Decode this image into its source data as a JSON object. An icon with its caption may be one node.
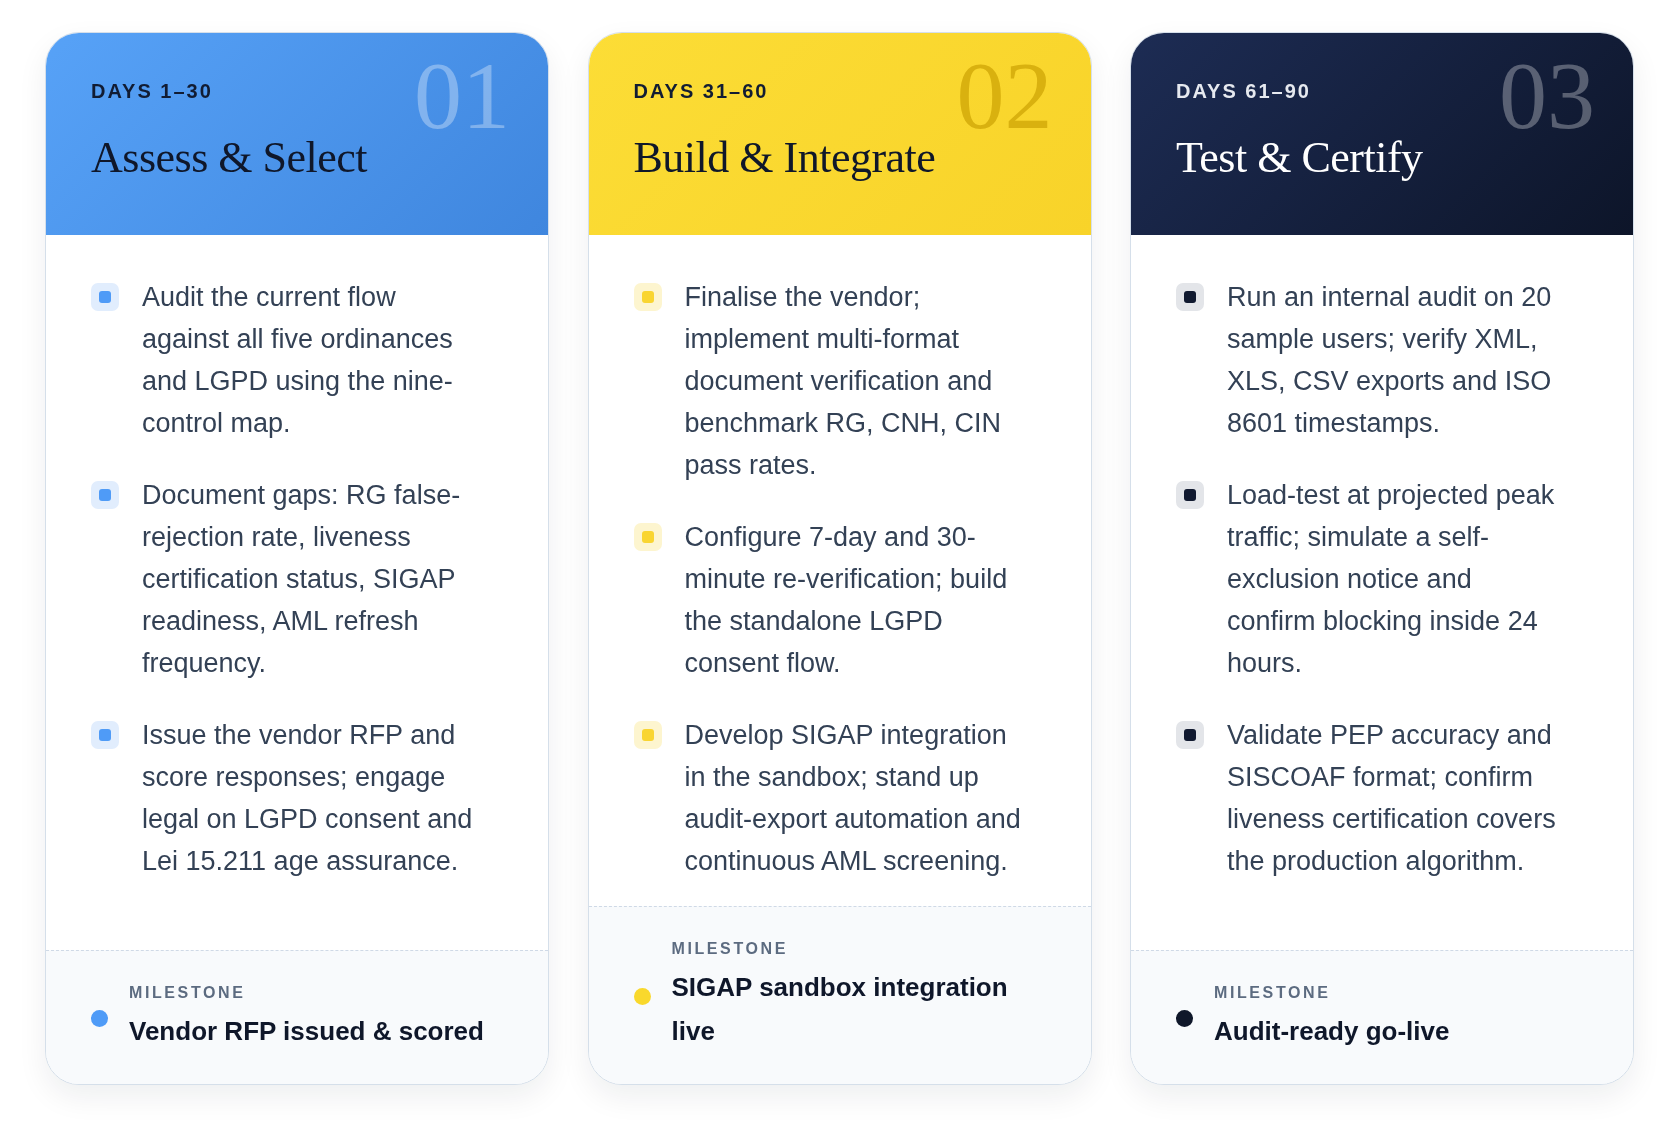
{
  "diagram": {
    "nodes": [
      {
        "text": [
          "Audit the current flow against all five ordinances and LGPD using the nine-control map.",
          "Document gaps: RG false-rejection rate, liveness certification status, SIGAP readiness, AML refresh frequency.",
          "Issue the vendor RFP and score responses; engage legal on LGPD consent and Lei 15.211 age assurance."
        ]
      },
      {
        "text": [
          "DAYS 1–30",
          "Assess & Select",
          "01"
        ],
        "in": 0
      },
      {
        "text": [
          "MILESTONE",
          "Vendor RFP issued & scored"
        ],
        "in": 0
      },
      {
        "text": [
          "Finalise the vendor; implement multi-format document verification and benchmark RG, CNH, CIN pass rates.",
          "Configure 7-day and 30-minute re-verification; build the standalone LGPD consent flow.",
          "Develop SIGAP integration in the sandbox; stand up audit-export automation and continuous AML screening."
        ]
      },
      {
        "text": [
          "DAYS 31–60",
          "Build & Integrate",
          "02"
        ],
        "in": 3
      },
      {
        "text": [
          "MILESTONE",
          "SIGAP sandbox integration live"
        ],
        "in": 3
      },
      {
        "text": [
          "Run an internal audit on 20 sample users; verify XML, XLS, CSV exports and ISO 8601 timestamps.",
          "Load-test at projected peak traffic; simulate a self-exclusion notice and confirm blocking inside 24 hours.",
          "Validate PEP accuracy and SISCOAF format; confirm liveness certification covers the production algorithm."
        ]
      },
      {
        "text": [
          "DAYS 61–90",
          "Test & Certify",
          "03"
        ],
        "in": 6
      },
      {
        "text": [
          "MILESTONE",
          "Audit-ready go-live"
        ],
        "in": 6
      }
    ]
  }
}
